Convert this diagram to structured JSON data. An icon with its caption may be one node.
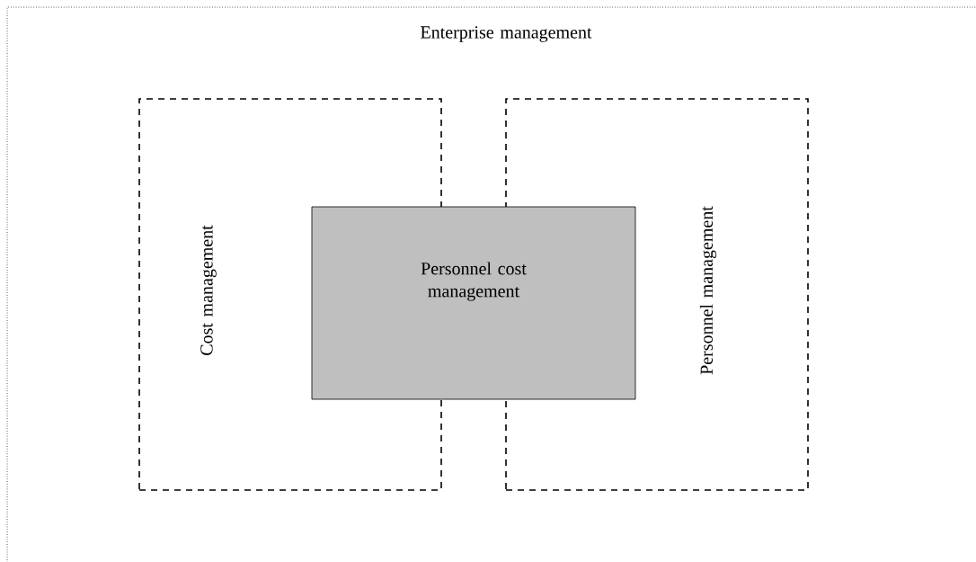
{
  "diagram": {
    "nodes": [
      {
        "text": [
          "Enterprise management"
        ]
      },
      {
        "text": [
          "Cost management"
        ],
        "in": 0
      },
      {
        "text": [
          "Personnel management"
        ],
        "in": 0
      },
      {
        "text": [
          "Personnel cost management"
        ],
        "in": 0
      }
    ]
  }
}
